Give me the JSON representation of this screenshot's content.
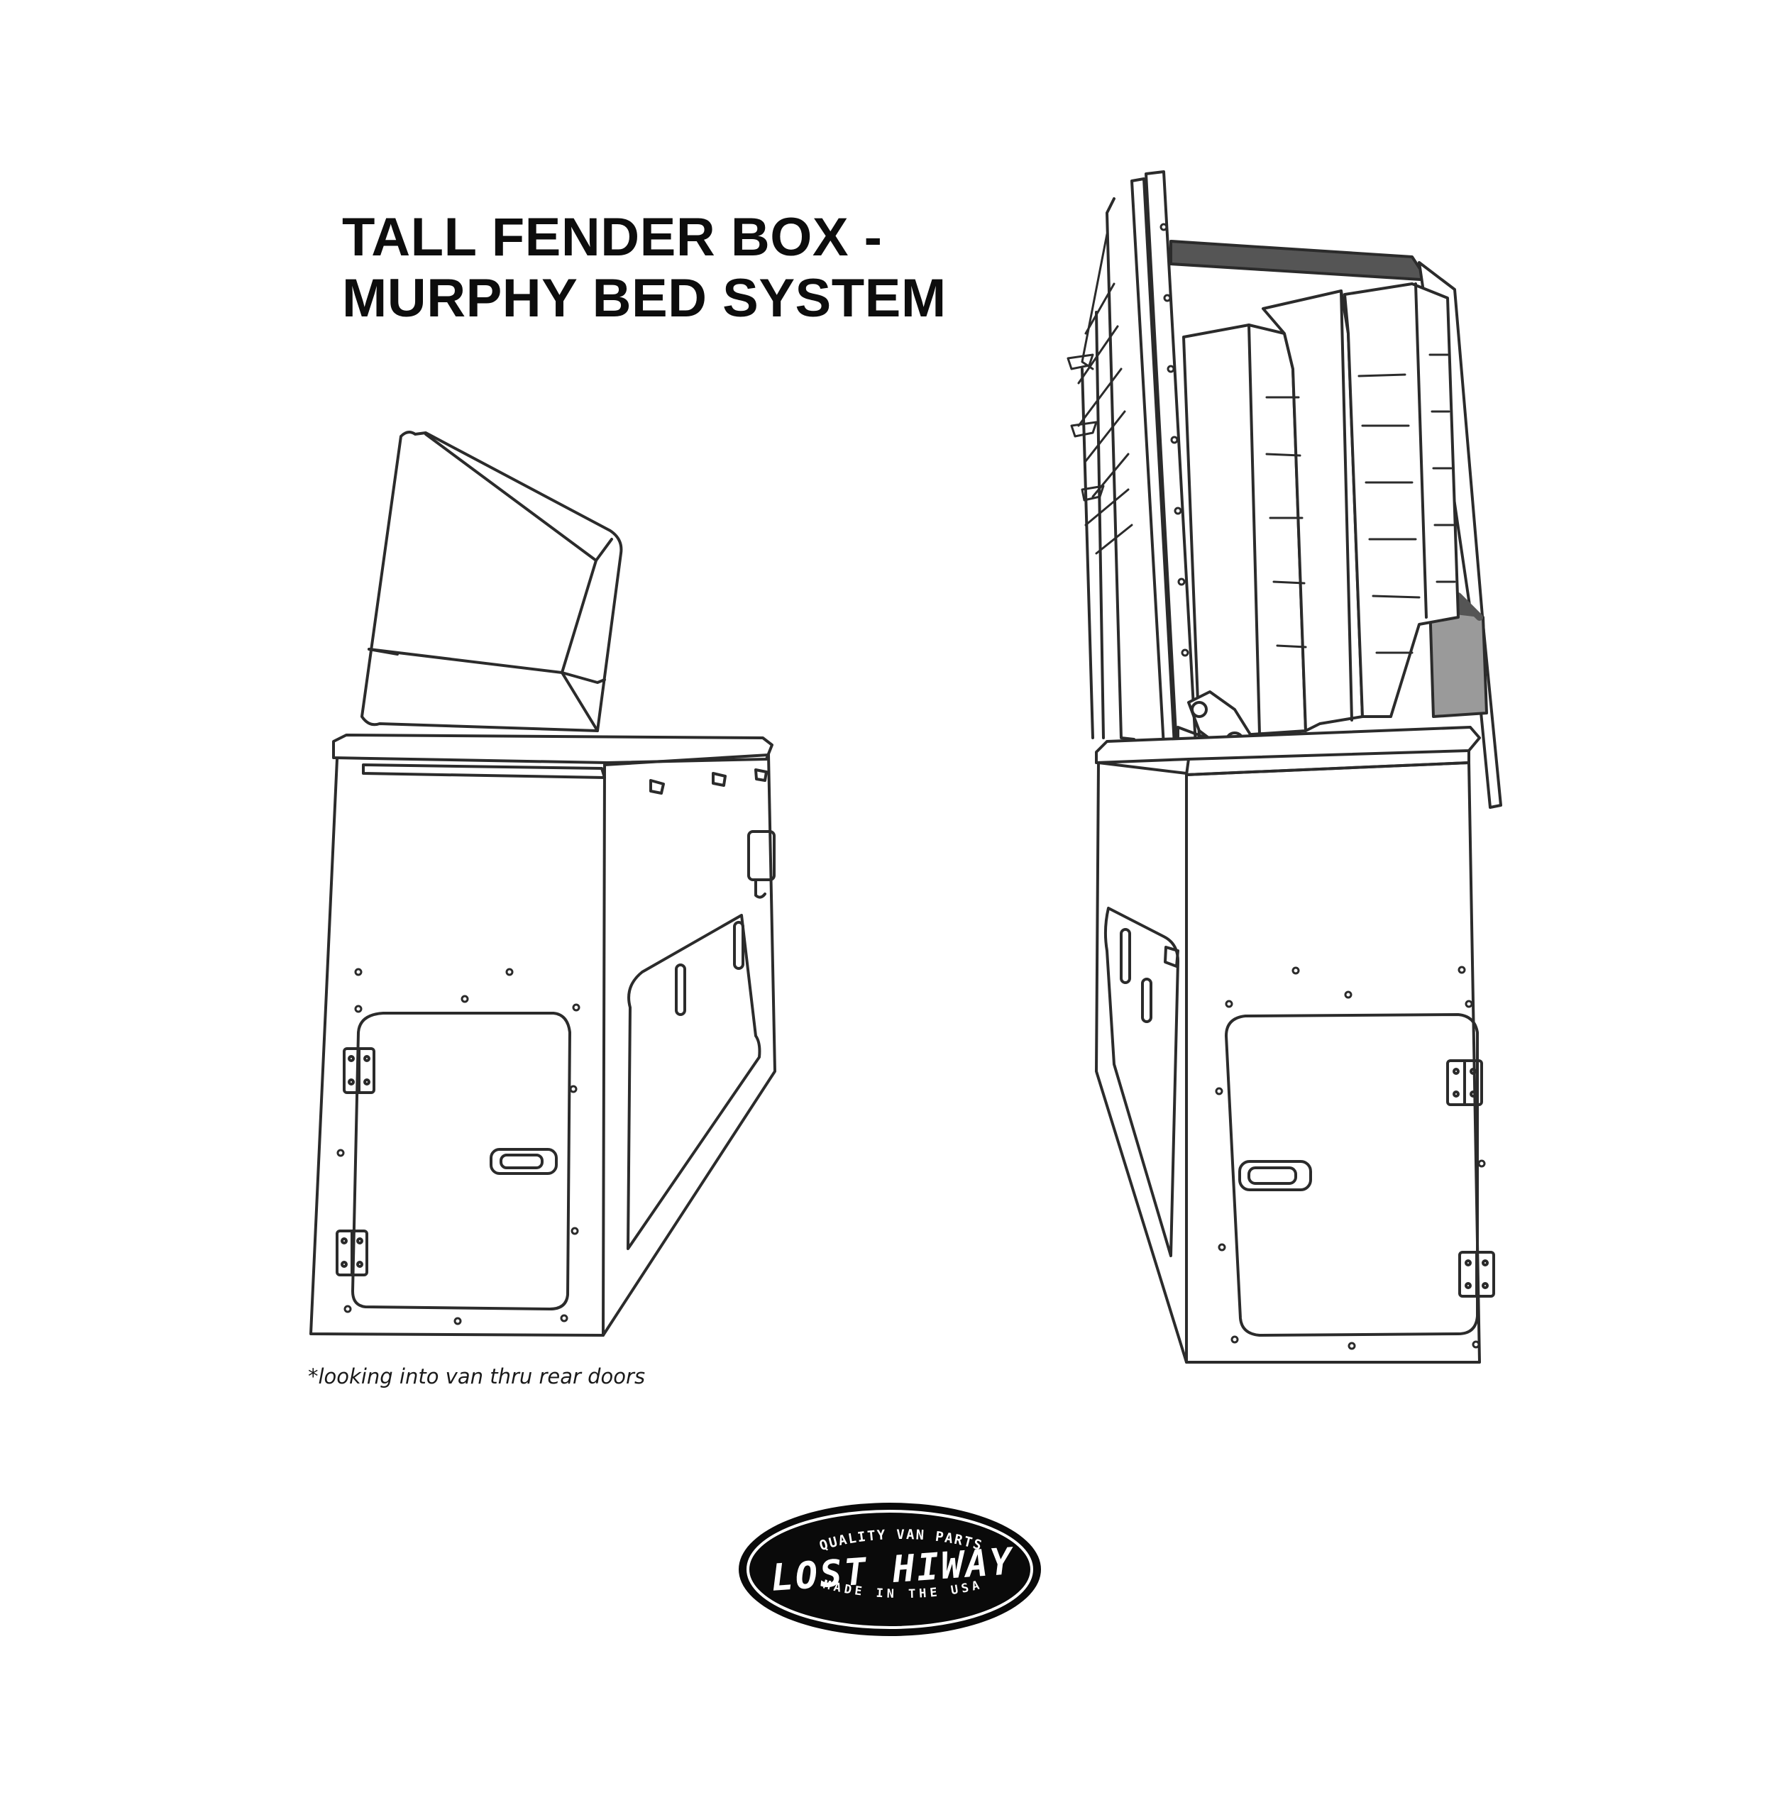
{
  "title": {
    "line1": "TALL FENDER BOX -",
    "line2": "MURPHY BED SYSTEM"
  },
  "caption": "*looking into van thru rear doors",
  "logo": {
    "top_text": "QUALITY VAN PARTS",
    "brand": "LOST HIWAY",
    "bottom_text": "MADE IN THE USA"
  },
  "colors": {
    "line": "#2b2b2b",
    "logo_fill": "#0a0a0a",
    "shade": "#555555",
    "shade_light": "#9a9a9a"
  }
}
